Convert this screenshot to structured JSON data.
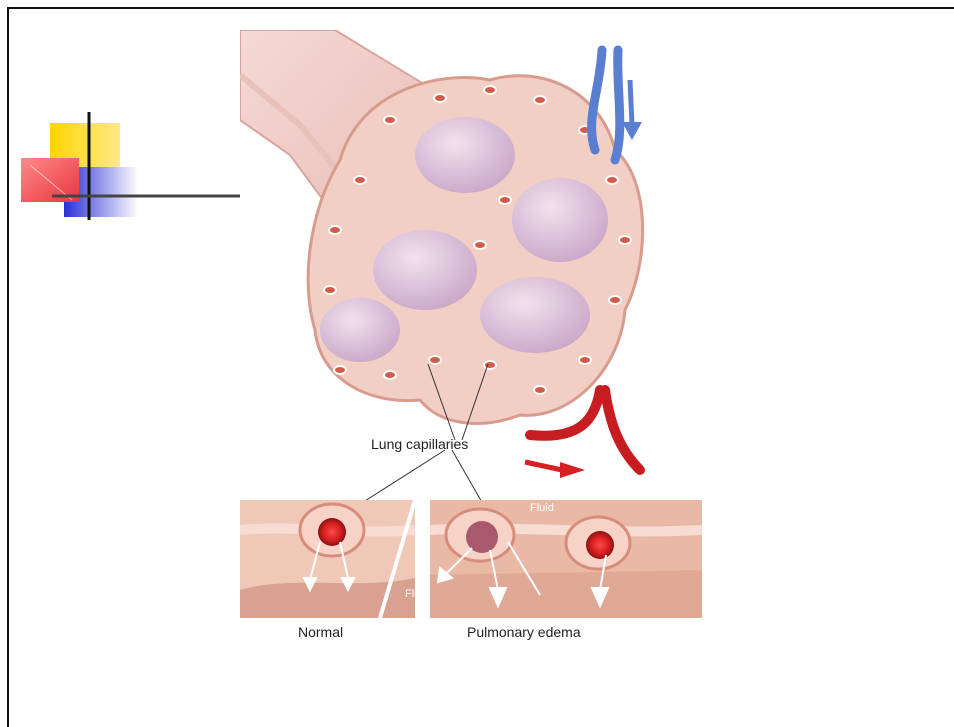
{
  "labels": {
    "lung_capillaries": "Lung capillaries",
    "normal": "Normal",
    "pulmonary_edema": "Pulmonary edema",
    "fluid_upper": "Fluid",
    "fluid_lower": "Fluid"
  },
  "colors": {
    "tissue": "#eec7b8",
    "alveolus": "#d7b9d6",
    "blood_red": "#d81f22",
    "vein_blue": "#5b7fd0",
    "deco_yellow": "#ffd400",
    "deco_red": "#e8353c",
    "deco_blue": "#2b2fd3"
  }
}
